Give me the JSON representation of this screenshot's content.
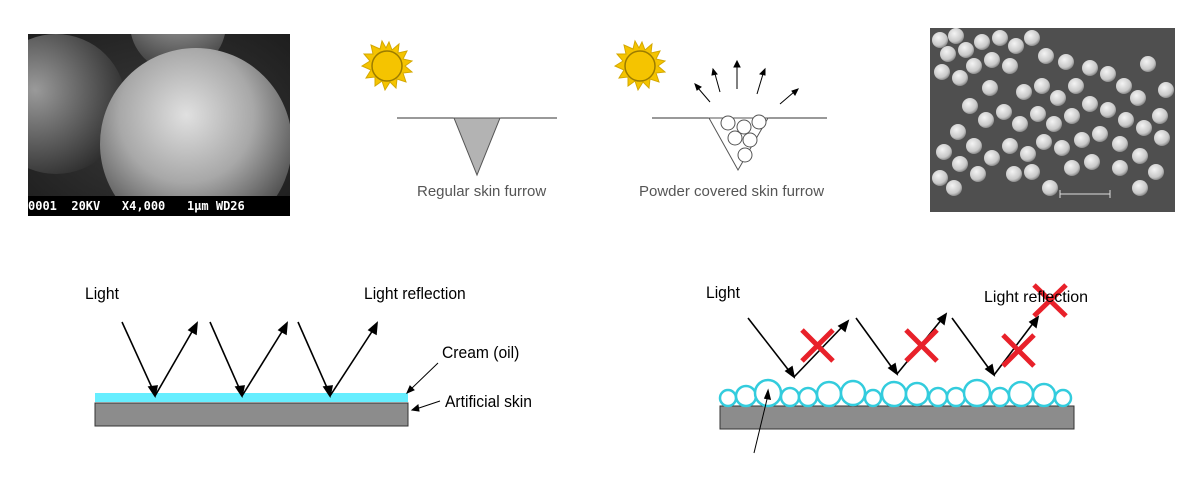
{
  "sem_photo_large_spheres": {
    "caption": "0001  20KV   X4,000   1µm WD26"
  },
  "furrow_regular": {
    "label": "Regular skin furrow"
  },
  "furrow_powder": {
    "label": "Powder covered skin furrow"
  },
  "diagram_cream": {
    "light_label": "Light",
    "reflection_label": "Light reflection",
    "cream_label": "Cream (oil)",
    "skin_label": "Artificial skin"
  },
  "diagram_powder": {
    "light_label": "Light",
    "reflection_label": "Light reflection"
  },
  "colors": {
    "sun_fill": "#f5c400",
    "sun_rays": "#d4a800",
    "furrow_fill": "#b3b3b3",
    "cream_layer": "#66eeff",
    "skin_layer": "#8c8c8c",
    "particle_outline": "#33ccdd",
    "cross_red": "#e8212a"
  }
}
